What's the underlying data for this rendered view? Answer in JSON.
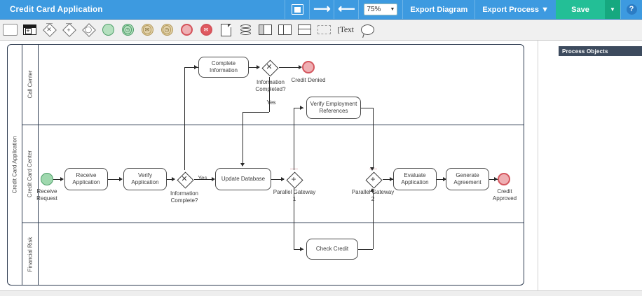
{
  "header": {
    "title": "Credit Card Application",
    "fullscreen_icon": "fullscreen-icon",
    "redo_icon": "redo-icon",
    "undo_icon": "undo-icon",
    "zoom_value": "75%",
    "export_diagram_label": "Export Diagram",
    "export_process_label": "Export Process ▼",
    "save_label": "Save",
    "save_caret": "▼",
    "help_label": "?",
    "bg_color": "#3d9ae0",
    "save_color": "#23bf96"
  },
  "palette": {
    "tools": [
      {
        "name": "pool-tool",
        "title": "Pool"
      },
      {
        "name": "lane-tool",
        "title": "Lane"
      },
      {
        "name": "exclusive-gateway-tool",
        "title": "Exclusive Gateway",
        "glyph": "✕"
      },
      {
        "name": "inclusive-gateway-tool",
        "title": "Inclusive Gateway",
        "glyph": "+"
      },
      {
        "name": "complex-gateway-tool",
        "title": "Complex Gateway",
        "glyph": "○"
      },
      {
        "name": "start-event-tool",
        "title": "Start Event"
      },
      {
        "name": "timer-start-event-tool",
        "title": "Timer Start Event",
        "glyph": "◴"
      },
      {
        "name": "message-intermediate-event-tool",
        "title": "Message Intermediate Event",
        "glyph": "✉"
      },
      {
        "name": "timer-intermediate-event-tool",
        "title": "Timer Intermediate Event",
        "glyph": "◴"
      },
      {
        "name": "end-event-tool",
        "title": "End Event"
      },
      {
        "name": "message-end-event-tool",
        "title": "Message End Event",
        "glyph": "✉"
      },
      {
        "name": "data-object-tool",
        "title": "Data Object"
      },
      {
        "name": "data-store-tool",
        "title": "Data Store"
      },
      {
        "name": "horizontal-pool-tool",
        "title": "Horizontal Pool"
      },
      {
        "name": "vertical-pool-tool",
        "title": "Vertical Pool"
      },
      {
        "name": "split-lane-tool",
        "title": "Split Lane"
      },
      {
        "name": "select-region-tool",
        "title": "Select Region"
      },
      {
        "name": "text-tool",
        "title": "Text",
        "glyph": "Text"
      },
      {
        "name": "annotation-tool",
        "title": "Annotation"
      }
    ]
  },
  "diagram": {
    "pool_label": "Credit Card Application",
    "lanes": [
      {
        "label": "Call Center"
      },
      {
        "label": "Credit Card Center"
      },
      {
        "label": "Financial Risk"
      }
    ],
    "nodes": {
      "complete_information": "Complete Information",
      "information_completed_gw": "Information\nCompleted?",
      "credit_denied": "Credit Denied",
      "yes_top": "Yes",
      "verify_employment_references": "Verify Employment References",
      "receive_request": "Receive Request",
      "receive_application": "Receive Application",
      "verify_application": "Verify Application",
      "information_complete_gw": "Information\nComplete?",
      "yes_mid": "Yes",
      "update_database": "Update Database",
      "parallel_gateway_1": "Parallel Gateway 1",
      "parallel_gateway_2": "Parallel Gateway 2",
      "evaluate_application": "Evaluate Application",
      "generate_agreement": "Generate Agreement",
      "credit_approved": "Credit Approved",
      "check_credit": "Check Credit"
    }
  },
  "right_panel": {
    "title": "Process Objects"
  }
}
